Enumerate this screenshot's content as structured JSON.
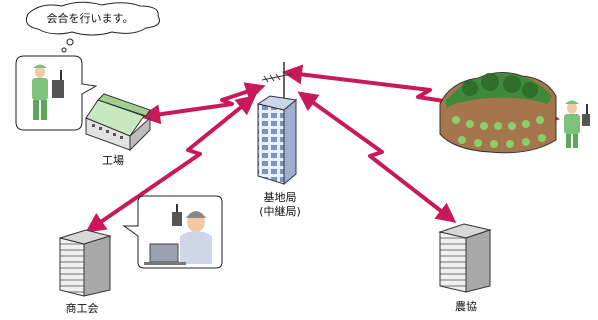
{
  "speech_bubble": {
    "text": "会合を行います。"
  },
  "labels": {
    "factory": "工場",
    "base_station": "基地局",
    "base_station_sub": "(中継局)",
    "chamber_of_commerce": "商工会",
    "agricultural_coop": "農協"
  },
  "icons": {
    "factory": "factory-building-icon",
    "tower": "office-tower-icon",
    "antenna": "antenna-icon",
    "field": "farm-field-icon",
    "worker": "worker-with-radio-icon",
    "office_person": "person-on-phone-with-laptop-icon"
  },
  "colors": {
    "link": "#c8195a",
    "building_light": "#dfe8f5",
    "building_dark": "#8fa3c5",
    "field_green": "#3f8a3a",
    "soil": "#a5764b",
    "worker_green": "#7cc27a"
  }
}
